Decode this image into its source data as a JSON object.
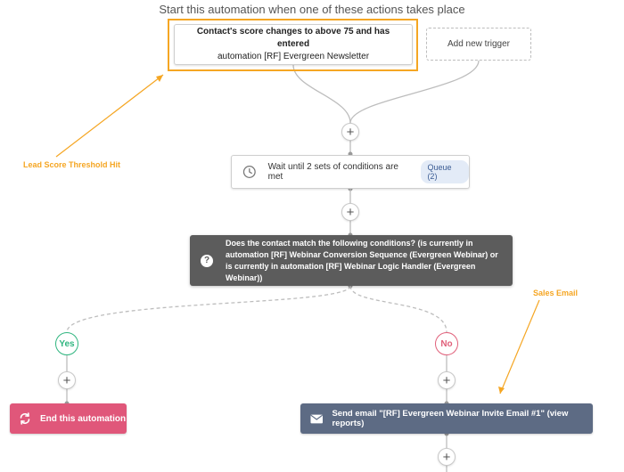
{
  "header": {
    "title": "Start this automation when one of these actions takes place"
  },
  "trigger": {
    "line1": "Contact's score changes to above 75 and has entered",
    "line2": "automation [RF] Evergreen Newsletter",
    "add_label": "Add new trigger"
  },
  "wait": {
    "label": "Wait until 2 sets of conditions are met",
    "queue_label": "Queue (2)"
  },
  "condition": {
    "text": "Does the contact match the following conditions? (is currently in automation [RF] Webinar Conversion Sequence (Evergreen Webinar) or is currently in automation [RF] Webinar Logic Handler (Evergreen Webinar))"
  },
  "branches": {
    "yes_label": "Yes",
    "no_label": "No"
  },
  "actions": {
    "end_label": "End this automation",
    "email_label": "Send email \"[RF] Evergreen Webinar Invite Email #1\" (view reports)"
  },
  "annotations": {
    "lead_score": "Lead Score Threshold Hit",
    "sales_email": "Sales Email"
  },
  "buttons": {
    "plus_symbol": "+"
  },
  "colors": {
    "highlight": "#f5a623",
    "yes": "#2fb57f",
    "no": "#e0607a",
    "end_action": "#e0577a",
    "email_action": "#5d6b84",
    "condition_bg": "#5c5c5c",
    "queue_badge_bg": "#e3ebf7"
  },
  "icons": {
    "wait": "clock-icon",
    "condition": "question-icon",
    "end": "refresh-arrows-icon",
    "email": "envelope-icon"
  }
}
